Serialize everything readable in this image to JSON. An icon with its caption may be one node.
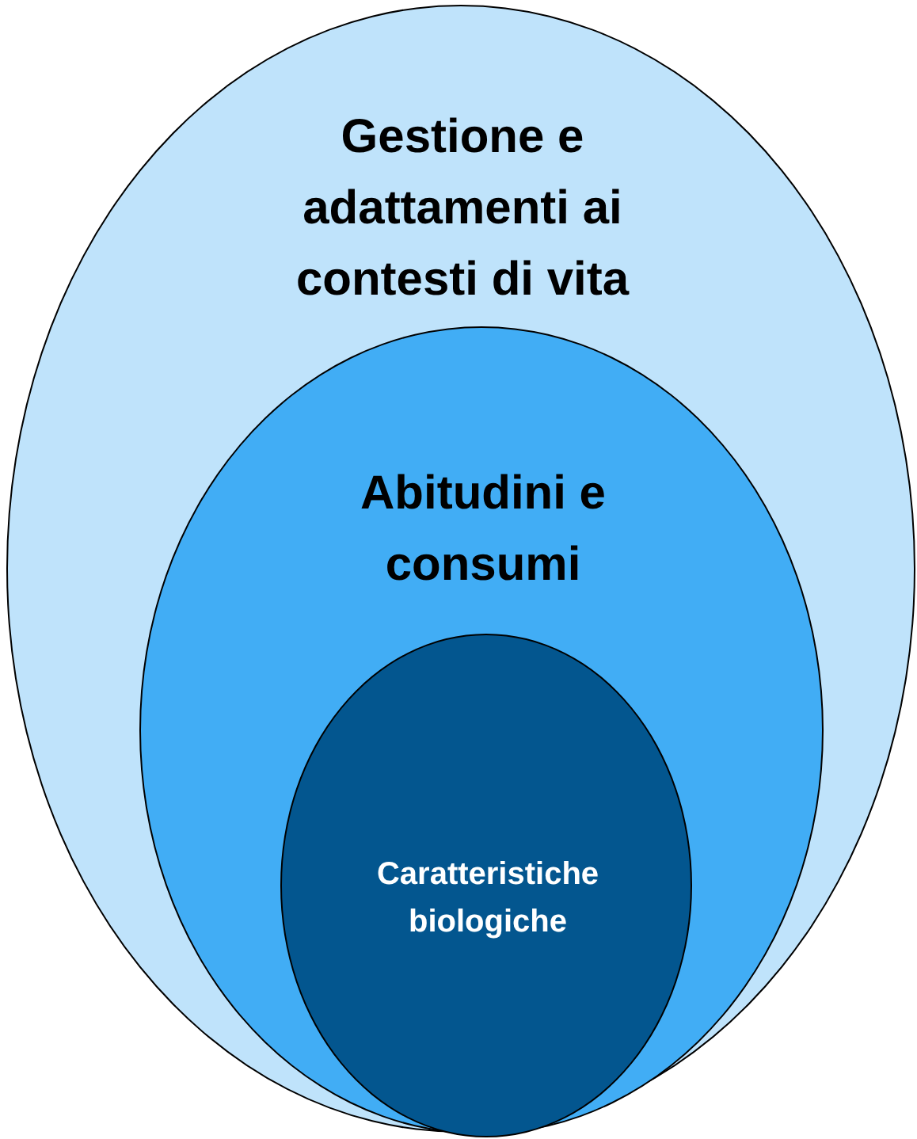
{
  "diagram": {
    "nodes": [
      {
        "text": [
          "Gestione e adattamenti ai contesti di vita"
        ]
      },
      {
        "text": [
          "Abitudini e consumi"
        ],
        "in": 0
      },
      {
        "text": [
          "Caratteristiche biologiche"
        ],
        "in": 1
      }
    ]
  }
}
